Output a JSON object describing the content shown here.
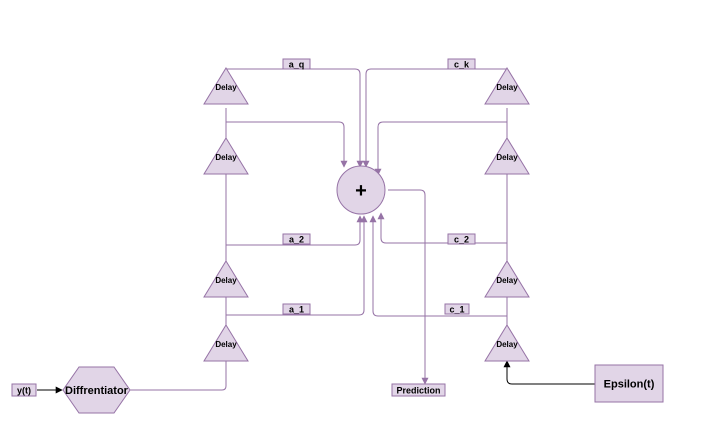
{
  "diagram": {
    "input_label": "y(t)",
    "differentiator_label": "Diffrentiator",
    "epsilon_label": "Epsilon(t)",
    "sum_symbol": "+",
    "prediction_label": "Prediction",
    "delay_label": "Delay",
    "weights": {
      "a_q": "a_q",
      "a_2": "a_2",
      "a_1": "a_1",
      "c_k": "c_k",
      "c_2": "c_2",
      "c_1": "c_1"
    }
  },
  "colors": {
    "node_fill": "#e1d5e7",
    "node_stroke": "#9673a6",
    "dark_stroke": "#000000"
  }
}
